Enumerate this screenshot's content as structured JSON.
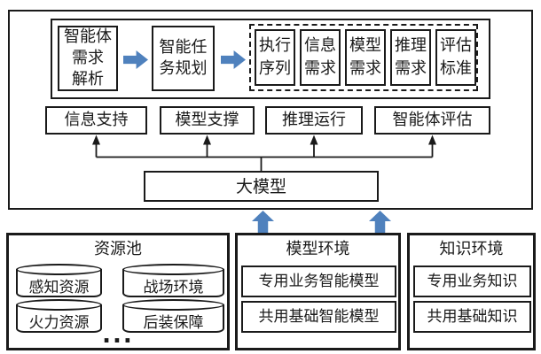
{
  "colors": {
    "line": "#1a1a1a",
    "arrow_blue": "#4f81bd",
    "bg": "#ffffff"
  },
  "top": {
    "flow": {
      "step1": "智能体\n需求\n解析",
      "step2": "智能任\n务规划",
      "outputs": [
        "执行\n序列",
        "信息\n需求",
        "模型\n需求",
        "推理\n需求",
        "评估\n标准"
      ]
    },
    "support": [
      "信息支持",
      "模型支撑",
      "推理运行",
      "智能体评估"
    ],
    "model": "大模型"
  },
  "bottom": {
    "resource_pool": {
      "title": "资源池",
      "items": [
        "感知资源",
        "战场环境",
        "火力资源",
        "后装保障"
      ],
      "more": "..."
    },
    "model_env": {
      "title": "模型环境",
      "items": [
        "专用业务智能模型",
        "共用基础智能模型"
      ]
    },
    "knowledge_env": {
      "title": "知识环境",
      "items": [
        "专用业务知识",
        "共用基础知识"
      ]
    }
  }
}
